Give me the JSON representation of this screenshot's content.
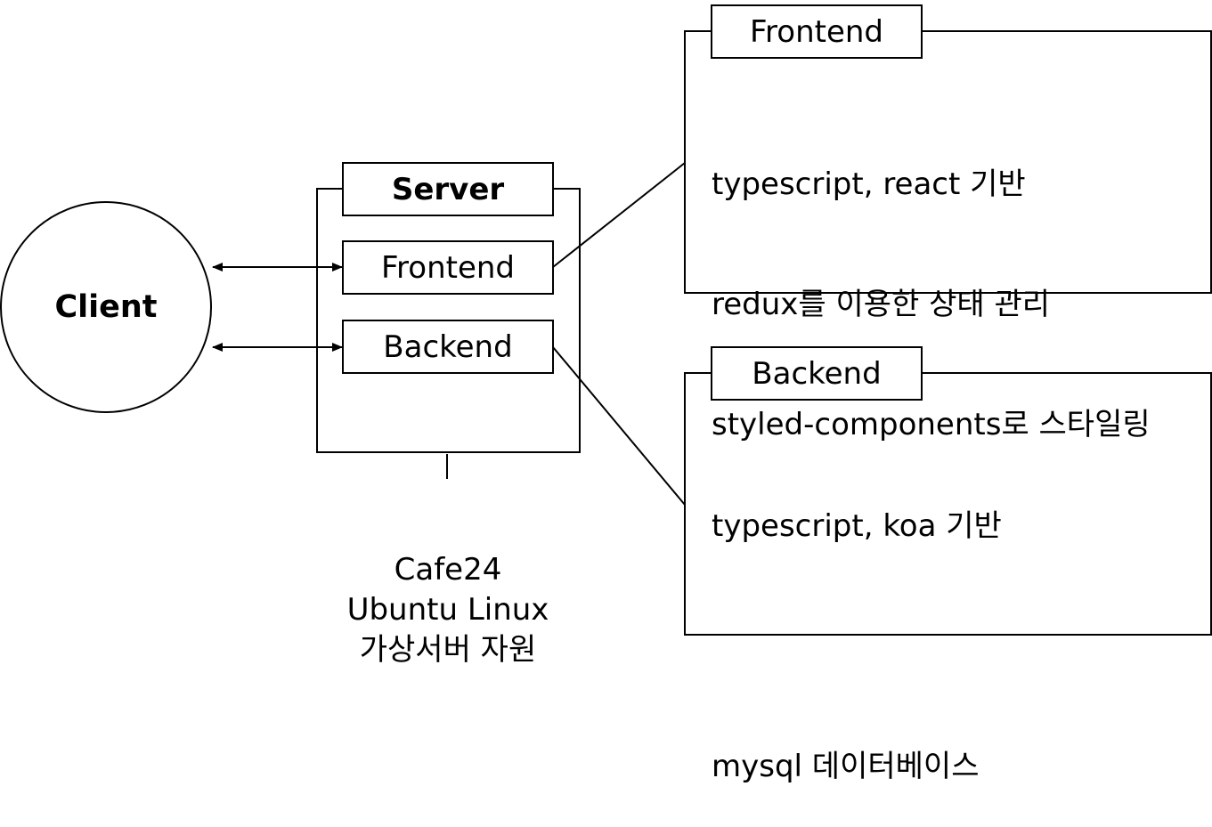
{
  "client": {
    "label": "Client"
  },
  "server": {
    "title": "Server",
    "components": [
      {
        "label": "Frontend"
      },
      {
        "label": "Backend"
      }
    ],
    "host": {
      "lines": [
        "Cafe24",
        "Ubuntu Linux",
        "가상서버 자원"
      ]
    }
  },
  "frontend_panel": {
    "title": "Frontend",
    "lines": [
      "typescript, react 기반",
      "redux를 이용한 상태 관리",
      "styled-components로 스타일링"
    ]
  },
  "backend_panel": {
    "title": "Backend",
    "lines": [
      "typescript, koa 기반",
      "",
      "mysql 데이터베이스"
    ]
  }
}
